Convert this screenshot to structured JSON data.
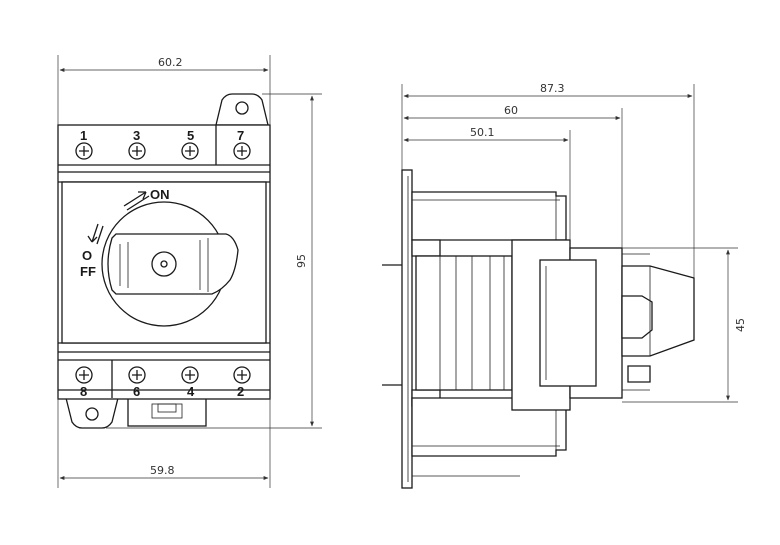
{
  "front_view": {
    "width_top": "60.2",
    "width_bottom": "59.8",
    "height": "95",
    "top_terminals": [
      "1",
      "3",
      "5",
      "7"
    ],
    "bottom_terminals": [
      "8",
      "6",
      "4",
      "2"
    ],
    "on_label": "ON",
    "off_label_o": "O",
    "off_label_ff": "FF"
  },
  "side_view": {
    "depth_total": "87.3",
    "depth_mid": "60",
    "depth_body": "50.1",
    "handle_height": "45"
  }
}
